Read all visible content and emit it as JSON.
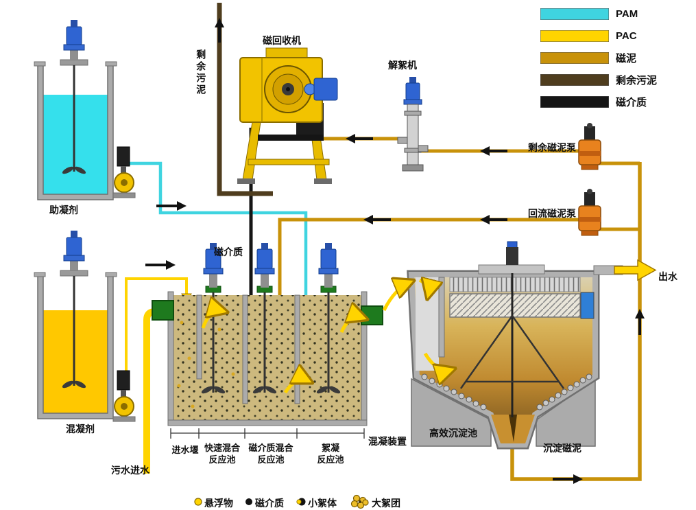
{
  "legend": {
    "items": [
      {
        "label": "PAM",
        "color": "#3FD4E0"
      },
      {
        "label": "PAC",
        "color": "#FFD400"
      },
      {
        "label": "磁泥",
        "color": "#C8920A"
      },
      {
        "label": "剩余污泥",
        "color": "#4F3D1E"
      },
      {
        "label": "磁介质",
        "color": "#151515"
      }
    ]
  },
  "labels": {
    "coagulant_aid": "助凝剂",
    "coagulant": "混凝剂",
    "magnetic_recovery_machine": "磁回收机",
    "deflocculator": "解絮机",
    "excess_sludge": "剩余污泥",
    "magnetic_media": "磁介质",
    "excess_magnetic_sludge_pump": "剩余磁泥泵",
    "return_magnetic_sludge_pump": "回流磁泥泵",
    "effluent": "出水",
    "sewage_inlet": "污水进水",
    "inlet_weir": "进水堰",
    "rapid_mixing_tank": "快速混合\n反应池",
    "media_mixing_tank": "磁介质混合\n反应池",
    "flocculation_tank": "絮凝\n反应池",
    "coagulation_unit": "混凝装置",
    "sedimentation_tank": "高效沉淀池",
    "settled_magnetic_sludge": "沉淀磁泥"
  },
  "bottom_legend": {
    "items": [
      {
        "label": "悬浮物"
      },
      {
        "label": "磁介质"
      },
      {
        "label": "小絮体"
      },
      {
        "label": "大絮团"
      }
    ]
  },
  "colors": {
    "pam_pipe": "#3FD4E0",
    "pac_pipe": "#FFD400",
    "magnetic_sludge_pipe": "#C8920A",
    "excess_sludge_pipe": "#4F3D1E",
    "magnetic_media_pipe": "#151515",
    "tank_liquid_cyan": "#35E0EC",
    "tank_liquid_yellow": "#FFC800",
    "machine_yellow": "#F2C300",
    "pump_orange": "#E8821E",
    "flange_green": "#1E7A1E"
  }
}
